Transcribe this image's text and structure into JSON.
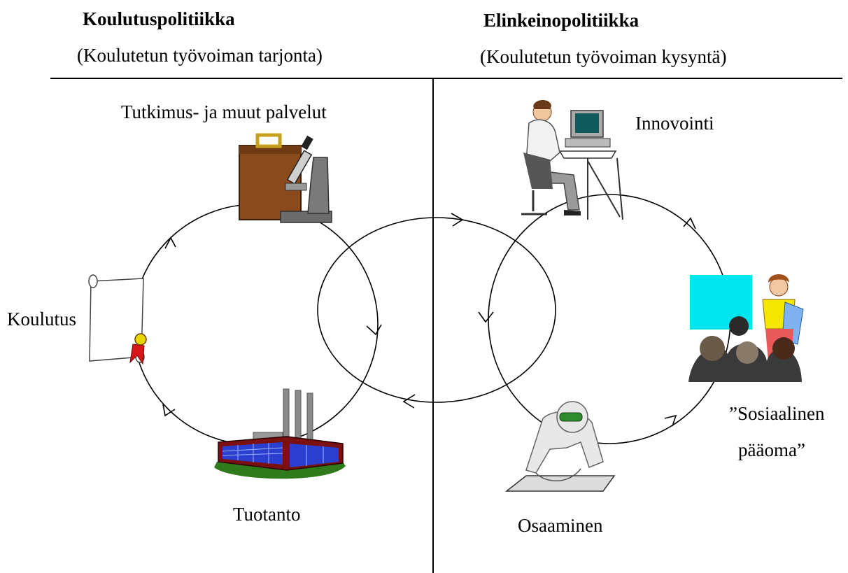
{
  "left_column": {
    "heading": "Koulutuspolitiikka",
    "subheading": "(Koulutetun työvoiman tarjonta)"
  },
  "right_column": {
    "heading": "Elinkeinopolitiikka",
    "subheading": "(Koulutetun työvoiman kysyntä)"
  },
  "labels": {
    "tutkimus": "Tutkimus- ja muut palvelut",
    "koulutus": "Koulutus",
    "tuotanto": "Tuotanto",
    "innovointi": "Innovointi",
    "sosiaalinen_line1": "”Sosiaalinen",
    "sosiaalinen_line2": "pääoma”",
    "osaaminen": "Osaaminen"
  },
  "colors": {
    "ink": "#000000",
    "briefcase": "#8b4a1b",
    "microscope": "#7a7a7a",
    "factory_brick": "#7a1010",
    "factory_glass": "#2a3fd0",
    "grass": "#2f7a1a",
    "screen_cyan": "#00e5ee",
    "ribbon": "#d81818",
    "goggles": "#2e8b2e"
  }
}
